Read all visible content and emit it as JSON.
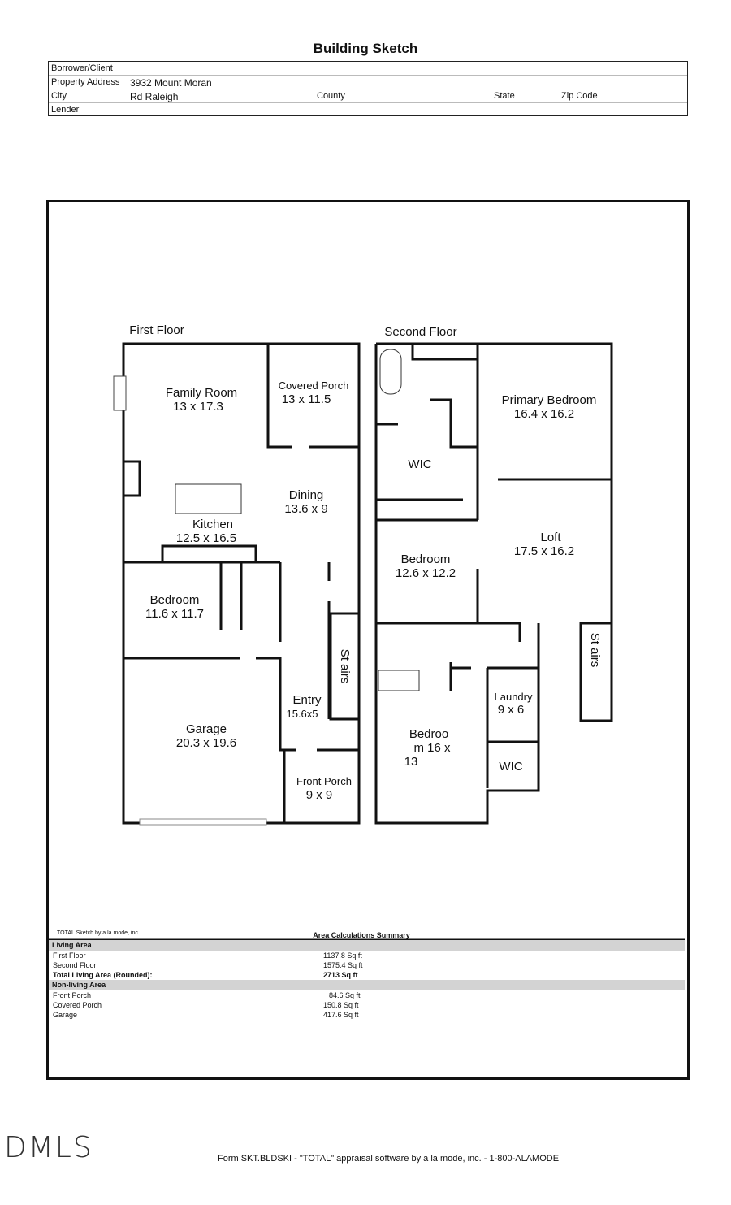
{
  "title": "Building Sketch",
  "info": {
    "borrower_label": "Borrower/Client",
    "address_label": "Property Address",
    "address_value": "3932   Mount   Moran",
    "city_label": "City",
    "city_value": "Rd Raleigh",
    "county_label": "County",
    "state_label": "State",
    "zip_label": "Zip Code",
    "lender_label": "Lender"
  },
  "plan": {
    "first_floor": {
      "label": "First Floor",
      "rooms": [
        {
          "name": "Family Room",
          "dims": "13 x 17.3"
        },
        {
          "name": "Covered Porch",
          "dims": "13 x 11.5"
        },
        {
          "name": "Dining",
          "dims": "13.6 x 9"
        },
        {
          "name": "Kitchen",
          "dims": "12.5 x 16.5"
        },
        {
          "name": "Bedroom",
          "dims": "11.6 x 11.7"
        },
        {
          "name": "Garage",
          "dims": "20.3 x 19.6"
        },
        {
          "name": "Entry",
          "dims": "15.6x5"
        },
        {
          "name": "Front Porch",
          "dims": "9 x 9"
        },
        {
          "name": "St airs",
          "dims": ""
        }
      ]
    },
    "second_floor": {
      "label": "Second Floor",
      "rooms": [
        {
          "name": "Primary Bedroom",
          "dims": "16.4 x 16.2"
        },
        {
          "name": "WIC",
          "dims": ""
        },
        {
          "name": "Loft",
          "dims": "17.5 x 16.2"
        },
        {
          "name": "Bedroom",
          "dims": "12.6 x 12.2"
        },
        {
          "name": "Laundry",
          "dims": "9 x 6"
        },
        {
          "name": "Bedroo",
          "dims": "m  16  x"
        },
        {
          "name": "13",
          "dims": ""
        },
        {
          "name": "WIC",
          "dims": ""
        },
        {
          "name": "St airs",
          "dims": ""
        }
      ]
    }
  },
  "summary": {
    "credit": "TOTAL Sketch by a la mode, inc.",
    "title": "Area Calculations Summary",
    "living_header": "Living Area",
    "living": [
      {
        "label": "First Floor",
        "value": "1137.8 Sq ft"
      },
      {
        "label": "Second Floor",
        "value": "1575.4 Sq ft"
      }
    ],
    "total_label": "Total Living Area (Rounded):",
    "total_value": "2713 Sq ft",
    "nonliving_header": "Non-living Area",
    "nonliving": [
      {
        "label": "Front Porch",
        "value": "84.6 Sq ft"
      },
      {
        "label": "Covered Porch",
        "value": "150.8 Sq ft"
      },
      {
        "label": "Garage",
        "value": "417.6 Sq ft"
      }
    ]
  },
  "footer": "Form SKT.BLDSKI - \"TOTAL\" appraisal software by a la mode, inc. - 1-800-ALAMODE",
  "logo": "DMLS"
}
